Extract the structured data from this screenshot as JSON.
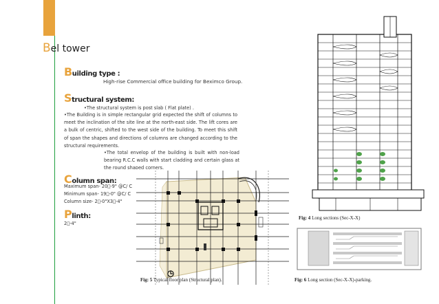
{
  "slide": {
    "title_initial": "B",
    "title_rest": "el tower",
    "building_type": {
      "heading_initial": "B",
      "heading_rest": "uilding type :",
      "text": "High-rise Commercial office building for Beximco Group."
    },
    "structural_system": {
      "heading_initial": "S",
      "heading_rest": "tructural system:",
      "line1": "•The structural system is post slab ( Flat plate) .",
      "para": "•The Building is in simple rectangular grid expected the shift of columns to meet the inclination of the site line at the north-east side. The lift cores are a bulk of centric, shifted to the west side of the building. To meet this shift of span the shapes and directions of columns are changed according to the structural requirements.",
      "para2": "•The total envelop of the building is built with non-load bearing R.C.C walls with start cladding and certain glass at the round shaped corners."
    },
    "column_span": {
      "heading_initial": "C",
      "heading_rest": "olumn span:",
      "lines": [
        "Maximum span- 20\u0000-9\" @C/ C",
        "Minimum span- 19\u0000-0\" @C/ C",
        "Column size- 2\u0000-0\"X3\u0000-4\""
      ]
    },
    "plinth": {
      "heading_initial": "P",
      "heading_rest": "linth:",
      "value": "2\u0000-4\""
    }
  },
  "figures": {
    "fig4": {
      "label": "Fig: 4",
      "text": " Long sections (Sec-X-X)"
    },
    "fig5": {
      "label": "Fig: 5",
      "text": " Typical floor plan (Structural plan)."
    },
    "fig6": {
      "label": "Fig: 6",
      "text": " Long section (Sec-X-X)-parking."
    }
  },
  "colors": {
    "accent": "#e8a33c",
    "rule": "#1c9e3c",
    "column_green": "#4fa24a"
  }
}
